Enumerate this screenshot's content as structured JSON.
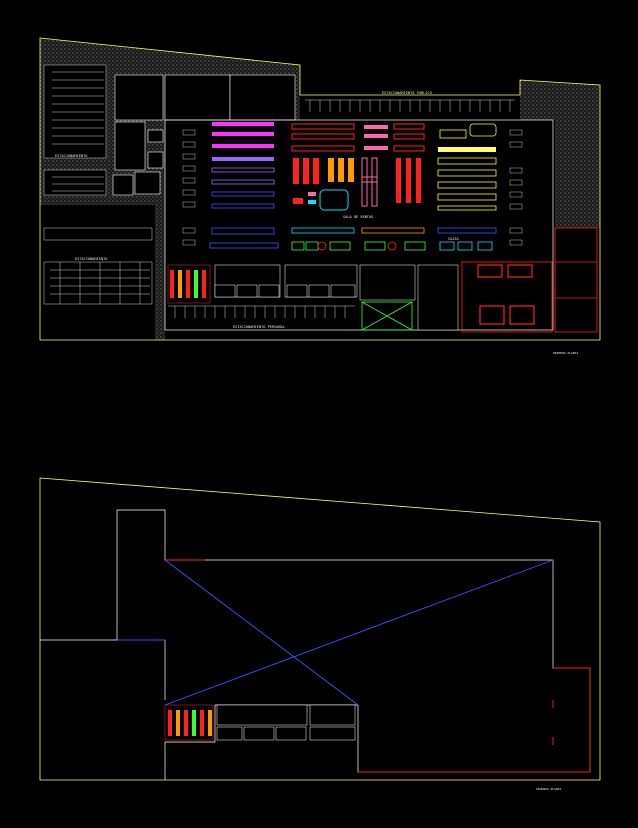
{
  "drawing": {
    "title": "CAD floor plan drawing",
    "background": "#000000"
  },
  "colors": {
    "boundary": "#ffff66",
    "wall": "#ffffff",
    "parking": "#cccccc",
    "hatch": "#9a9a9a",
    "red": "#ff2020",
    "magenta": "#ff33ff",
    "blue": "#3355ff",
    "cyan": "#00e0ff",
    "green": "#33ff33",
    "orange": "#ff9900",
    "pink": "#ff66aa",
    "yellow": "#ffff00",
    "violet": "#9966ff"
  },
  "plan1": {
    "public_parking_label": "ESTACIONAMIENTO PUBLICO",
    "parking_left_top_label": "ESTACIONAMIENTO",
    "parking_left_mid_label": "ESTACIONAMIENTO",
    "staff_parking_label": "ESTACIONAMIENTO PERSONAL",
    "sales_area_label": "SALA DE VENTAS",
    "checkout_label": "CAJAS",
    "sheet_label": "PRIMERA PLANTA"
  },
  "plan2": {
    "sheet_label": "SEGUNDA PLANTA"
  }
}
